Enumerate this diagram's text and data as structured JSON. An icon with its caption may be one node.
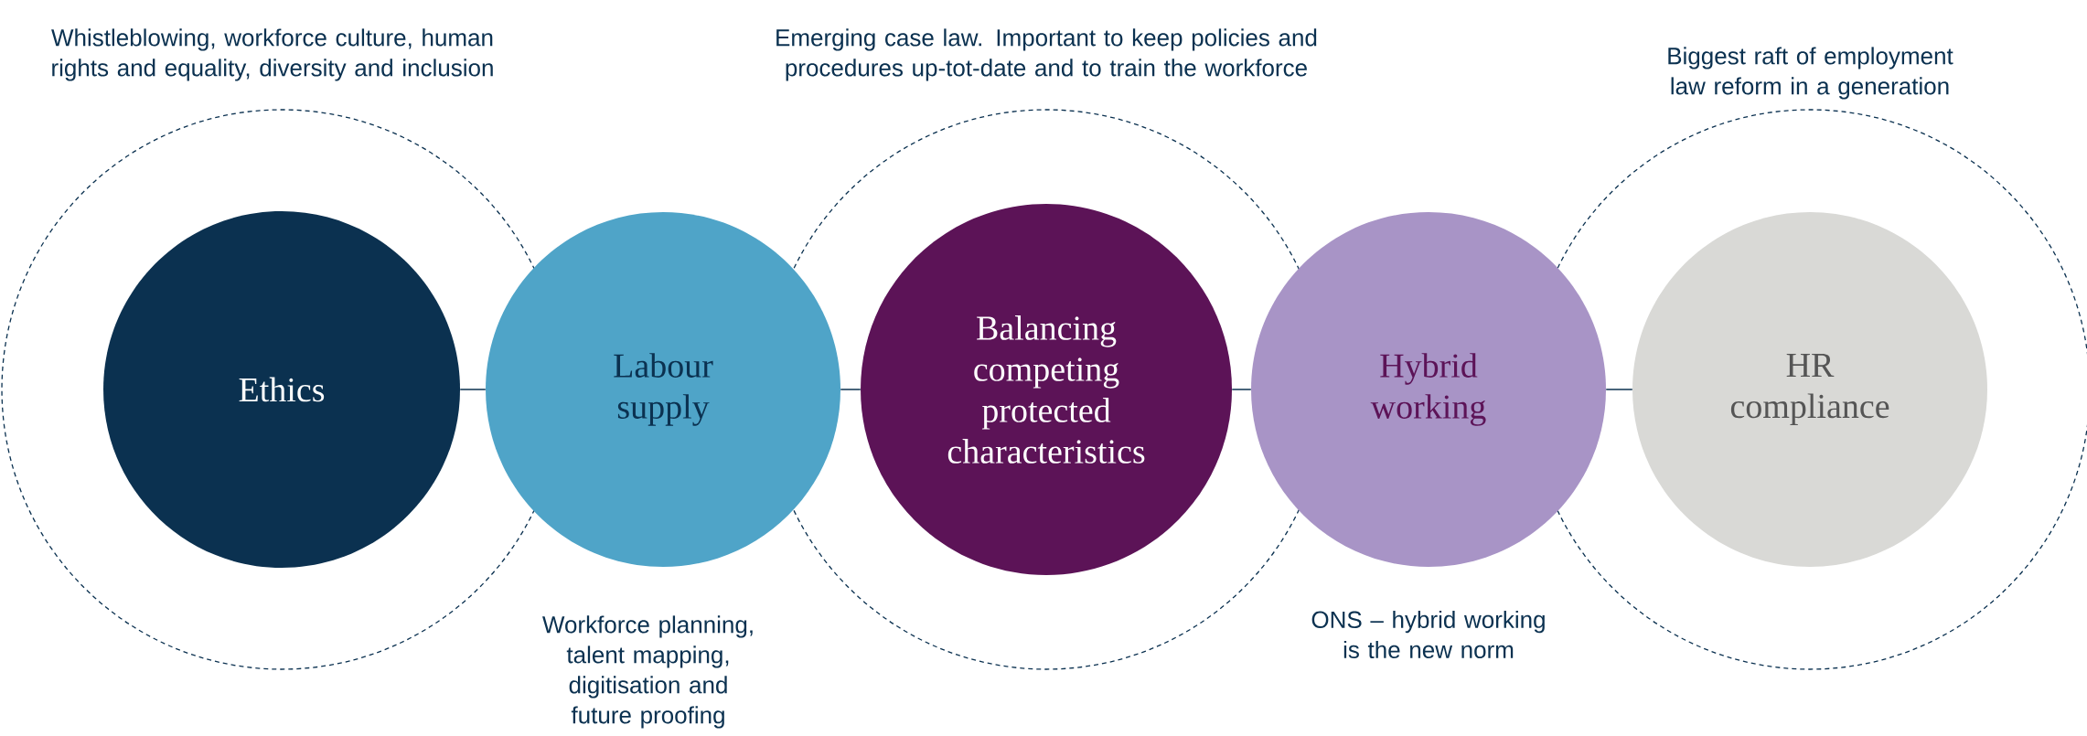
{
  "diagram": {
    "nodes": [
      {
        "text": [
          "Ethics"
        ]
      },
      {
        "text": [
          "Labour supply"
        ],
        "beside": [
          "Workforce planning, talent mapping, digitisation and future proofing"
        ]
      },
      {
        "text": [
          "Balancing competing protected characteristics"
        ]
      },
      {
        "text": [
          "Hybrid working"
        ],
        "beside": [
          "ONS – hybrid working is the new norm"
        ]
      },
      {
        "text": [
          "HR compliance"
        ]
      }
    ],
    "edges": [
      {
        "from": 0,
        "to": 1,
        "arrow": "none"
      },
      {
        "from": 1,
        "to": 2,
        "arrow": "none"
      },
      {
        "from": 2,
        "to": 3,
        "arrow": "none"
      },
      {
        "from": 3,
        "to": 4,
        "arrow": "none"
      }
    ],
    "labels": [
      "Whistleblowing, workforce culture, human rights and equality, diversity and inclusion",
      "Emerging case law. Important to keep policies and procedures up-tot-date and to train the workforce",
      "Biggest raft of employment law reform in a generation"
    ]
  }
}
